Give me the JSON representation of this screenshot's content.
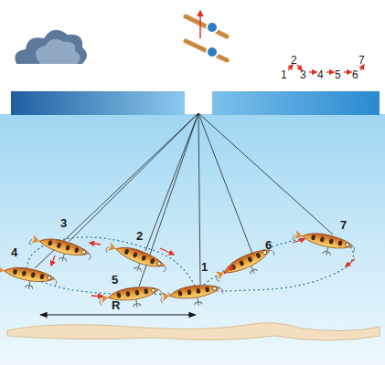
{
  "diagram": {
    "labels": [
      "3",
      "2",
      "1",
      "6",
      "7",
      "4",
      "5",
      "2",
      "7",
      "1",
      "3",
      "4",
      "5",
      "6",
      "R"
    ]
  }
}
